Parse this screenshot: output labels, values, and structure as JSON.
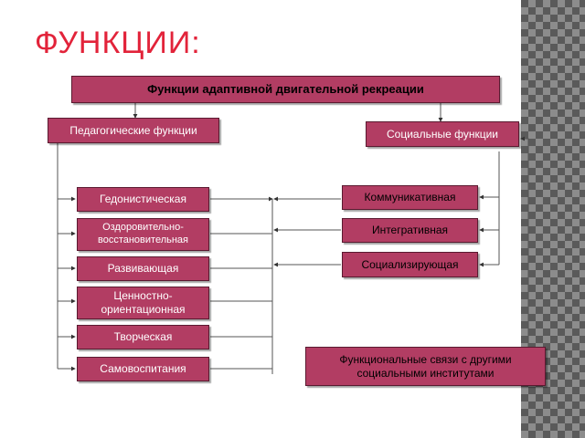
{
  "title": "ФУНКЦИИ:",
  "diagram": {
    "root": "Функции адаптивной двигательной рекреации",
    "left_header": "Педагогические функции",
    "right_header": "Социальные функции",
    "left_items": [
      "Гедонистическая",
      "Оздоровительно-восстановительная",
      "Развивающая",
      "Ценностно-ориентационная",
      "Творческая",
      "Самовоспитания"
    ],
    "left_items_display": [
      "Гедонистическая",
      "Оздоровительно-\nвосстановительная",
      "Развивающая",
      "Ценностно-\nориентационная",
      "Творческая",
      "Самовоспитания"
    ],
    "right_items": [
      "Коммуникативная",
      "Интегративная",
      "Социализирующая"
    ],
    "links_box": "Функциональные связи с другими социальными институтами"
  },
  "colors": {
    "title": "#e2233a",
    "box_fill": "#b23d63",
    "box_border": "#5a1a30",
    "side_stripe": "#6e6e6e"
  }
}
